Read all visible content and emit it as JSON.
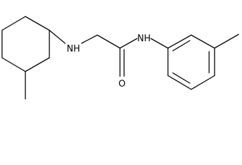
{
  "molecule": {
    "atoms": {
      "nh_amine": "NH",
      "nh_amide": "NH",
      "oxygen": "O"
    },
    "colors": {
      "bond": "#000000",
      "label": "#000000",
      "background": "#ffffff"
    }
  }
}
